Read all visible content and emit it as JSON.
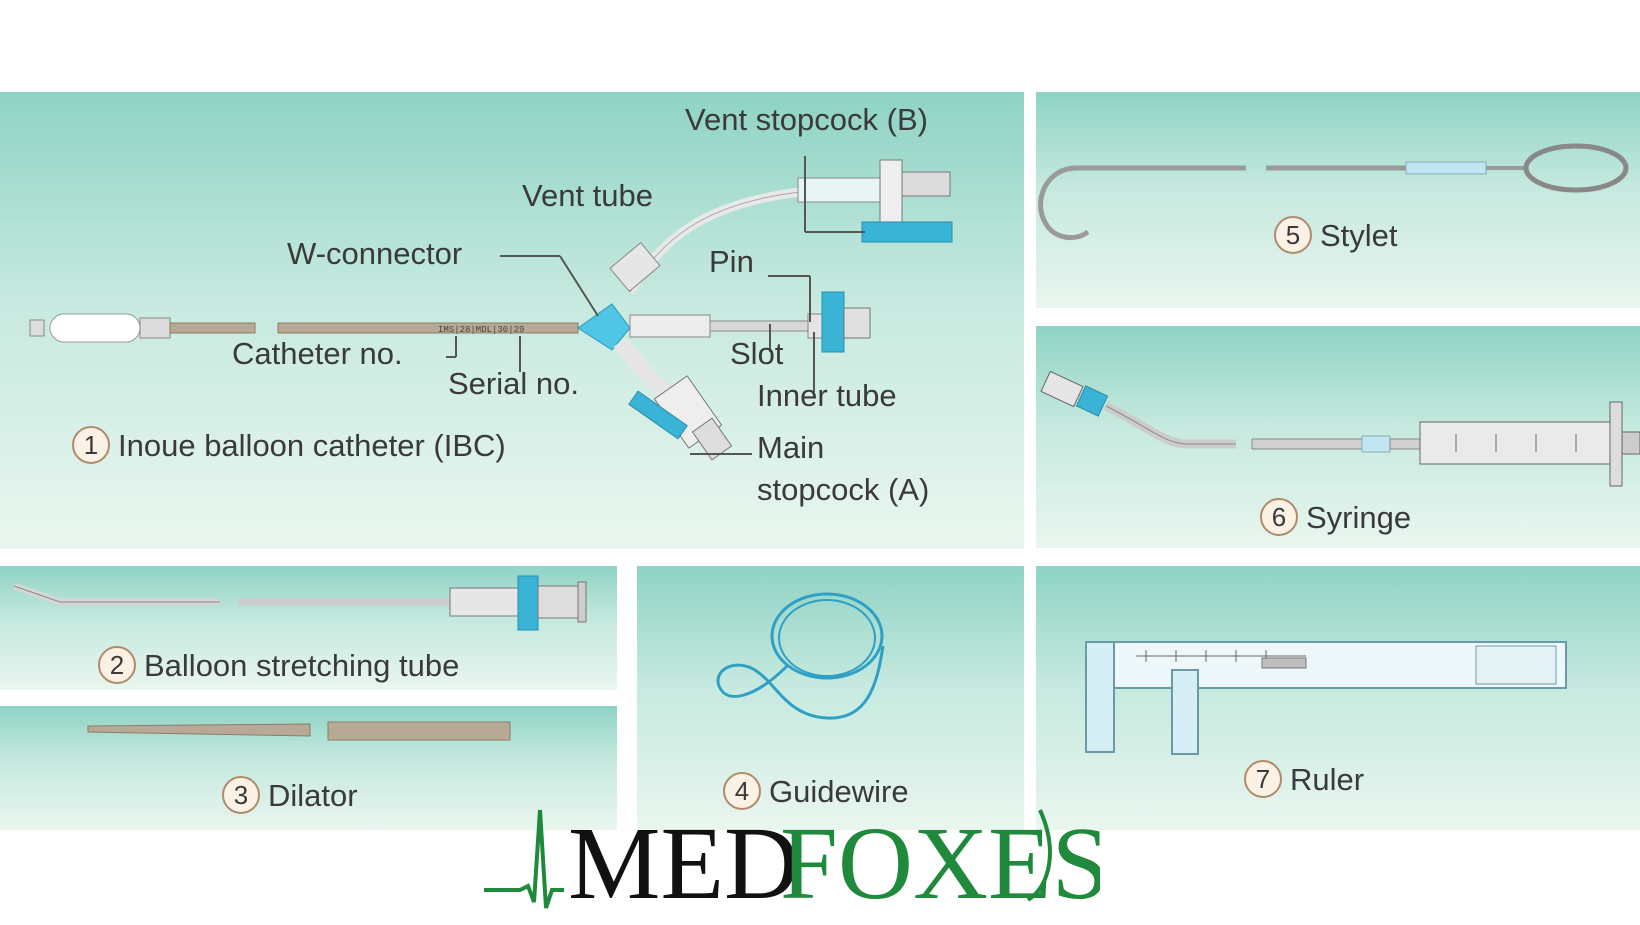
{
  "panels": {
    "ibc": {
      "number": "1",
      "caption": "Inoue balloon catheter (IBC)",
      "labels": {
        "vent_stopcock": "Vent stopcock (B)",
        "vent_tube": "Vent tube",
        "w_connector": "W-connector",
        "pin": "Pin",
        "catheter_no": "Catheter no.",
        "serial_no": "Serial no.",
        "slot": "Slot",
        "inner_tube": "Inner tube",
        "main_stopcock_line1": "Main",
        "main_stopcock_line2": "stopcock (A)"
      }
    },
    "balloon_stretching_tube": {
      "number": "2",
      "caption": "Balloon stretching tube"
    },
    "dilator": {
      "number": "3",
      "caption": "Dilator"
    },
    "guidewire": {
      "number": "4",
      "caption": "Guidewire"
    },
    "stylet": {
      "number": "5",
      "caption": "Stylet"
    },
    "syringe": {
      "number": "6",
      "caption": "Syringe"
    },
    "ruler": {
      "number": "7",
      "caption": "Ruler"
    }
  },
  "logo": {
    "text_dark": "MED",
    "text_green": "FOXES",
    "colors": {
      "dark": "#111111",
      "green": "#1f8a3c"
    }
  },
  "colors": {
    "panel_top": "#8ed3c4",
    "panel_bottom": "#e9f6ef",
    "tube": "#b7a995",
    "blue_part": "#39b3d6"
  }
}
